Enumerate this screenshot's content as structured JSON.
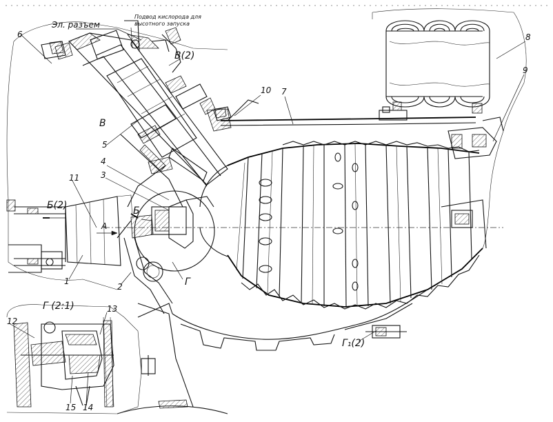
{
  "labels": {
    "el_connector": "Эл. разъем",
    "oxygen_supply_line1": "Подвод кислорода для",
    "oxygen_supply_line2": "высотного запуска",
    "view_v2": "В(2)",
    "view_v": "В",
    "view_b2": "Б(2)",
    "view_b": "Б",
    "view_a": "А",
    "detail_g": "Г",
    "detail_g_scale": "Г (2:1)",
    "detail_g1": "Г₁(2)"
  },
  "part_numbers": [
    "1",
    "2",
    "3",
    "4",
    "5",
    "6",
    "7",
    "8",
    "9",
    "10",
    "11",
    "12",
    "13",
    "14",
    "15"
  ]
}
